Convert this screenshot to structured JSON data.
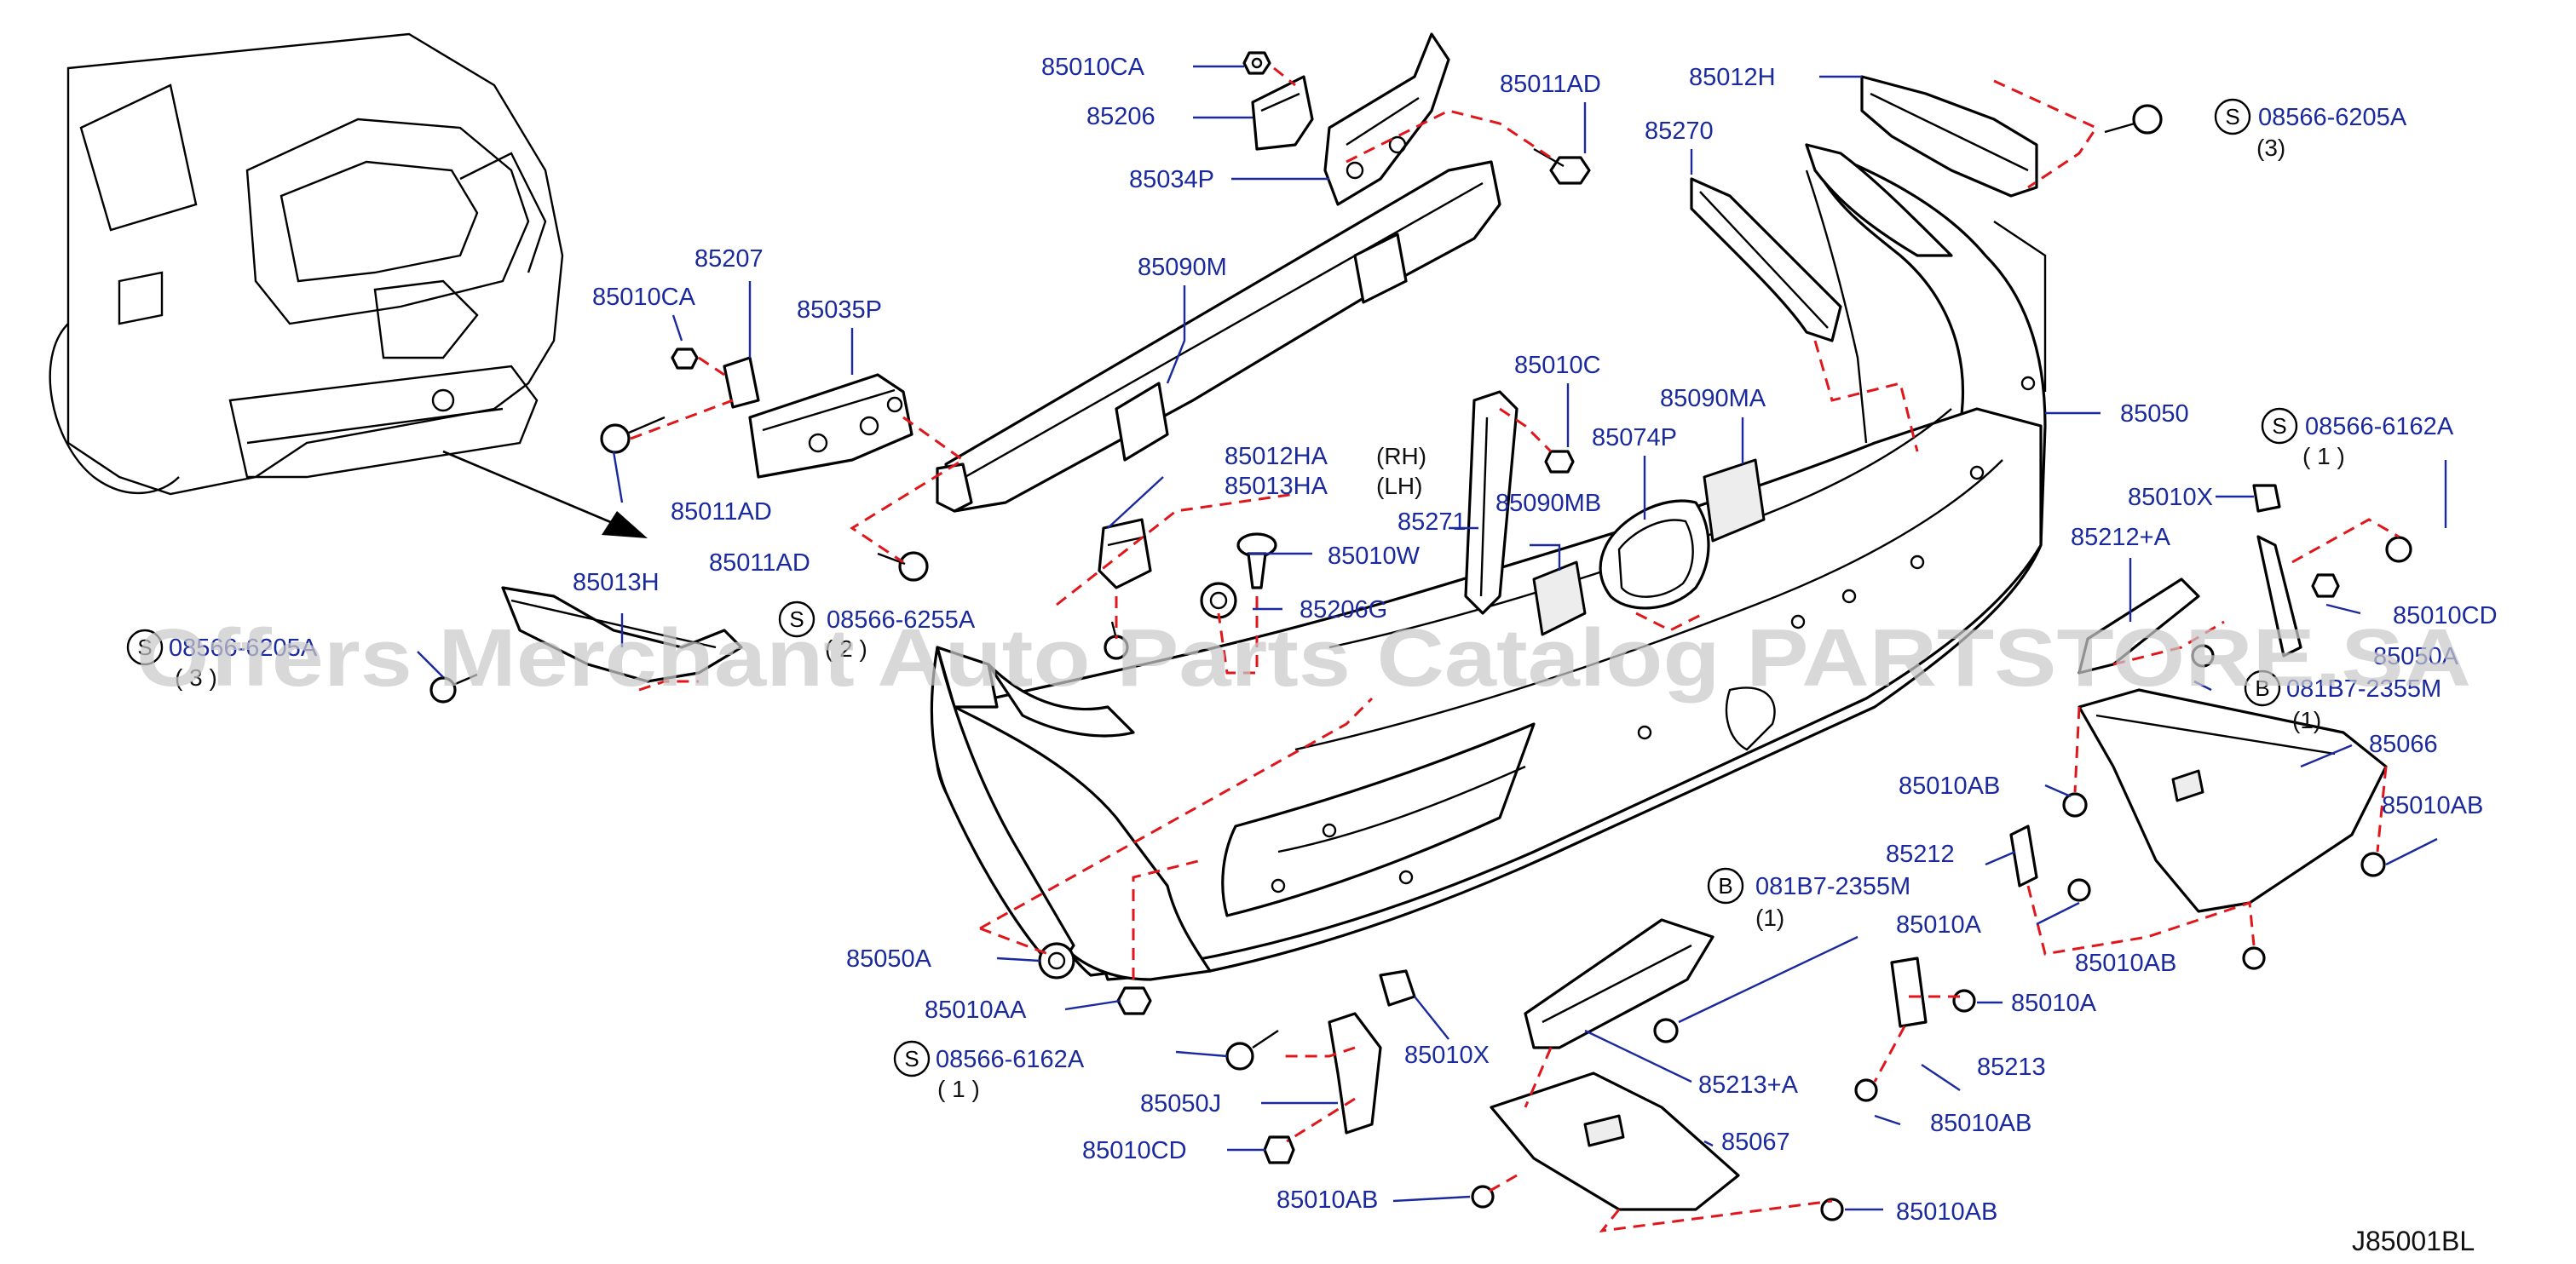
{
  "diagram_code": "J85001BL",
  "watermark": "Offers Merchant Auto Parts Catalog PARTSTORE.SA",
  "colors": {
    "label": "#1a2a9e",
    "dashed_line": "#e0161b",
    "part_outline": "#000000",
    "watermark": "#c9c9c9"
  },
  "labels": {
    "p85010CA_top": "85010CA",
    "p85206": "85206",
    "p85034P": "85034P",
    "p85011AD_top": "85011AD",
    "p85012H": "85012H",
    "p85270": "85270",
    "s08566_6205A_right": "08566-6205A",
    "s08566_6205A_right_qty": "(3)",
    "p85207": "85207",
    "p85010CA_left": "85010CA",
    "p85035P": "85035P",
    "p85090M": "85090M",
    "p85010C": "85010C",
    "p85090MA": "85090MA",
    "p85074P": "85074P",
    "p85050": "85050",
    "s08566_6162A_right": "08566-6162A",
    "s08566_6162A_right_qty": "( 1 )",
    "p85011AD_left": "85011AD",
    "p85012HA": "85012HA",
    "p85013HA": "85013HA",
    "rh": "(RH)",
    "lh": "(LH)",
    "p85271": "85271",
    "p85090MB": "85090MB",
    "p85010X_right": "85010X",
    "p85212A": "85212+A",
    "p85011AD_mid": "85011AD",
    "p85010W": "85010W",
    "p85010CD_right": "85010CD",
    "p85013H": "85013H",
    "s08566_6255A": "08566-6255A",
    "s08566_6255A_qty": "( 2 )",
    "p85206G": "85206G",
    "s_left_partial": "08566-6205A",
    "s_left_partial_qty": "( 3 )",
    "p85050A_right_partial": "85050A",
    "b081B7_right": "081B7-2355M",
    "b081B7_right_qty": "(1)",
    "p85066": "85066",
    "p85010AB_r1": "85010AB",
    "p85010AB_r2": "85010AB",
    "p85212": "85212",
    "p85010A_r1": "85010A",
    "b081B7_mid": "081B7-2355M",
    "b081B7_mid_qty": "(1)",
    "p85010AB_r3": "85010AB",
    "p85050A": "85050A",
    "p85010AA": "85010AA",
    "p85010A_r2": "85010A",
    "s08566_6162A_bottom": "08566-6162A",
    "s08566_6162A_bottom_qty": "( 1 )",
    "p85010X_bottom": "85010X",
    "p85213A": "85213+A",
    "p85213": "85213",
    "p85050J": "85050J",
    "p85010AB_r4": "85010AB",
    "p85067": "85067",
    "p85010CD_bottom": "85010CD",
    "p85010AB_b1": "85010AB",
    "p85010AB_b2": "85010AB"
  },
  "symbols": {
    "s": "S",
    "b": "B"
  }
}
